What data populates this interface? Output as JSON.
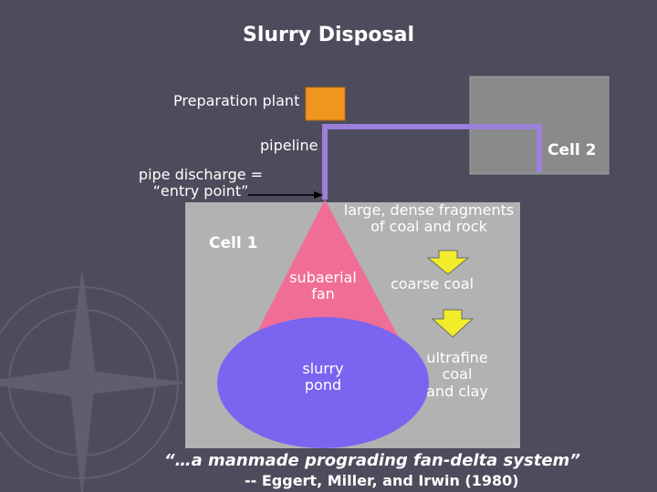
{
  "diagram": {
    "title": "Slurry Disposal",
    "preparation_plant": "Preparation plant",
    "pipeline": "pipeline",
    "cell_2": "Cell 2",
    "pipe_discharge": "pipe discharge =\n“entry point”",
    "cell_1": "Cell 1",
    "fragments": "large, dense fragments\nof coal and rock",
    "subaerial_fan": "subaerial\nfan",
    "coarse_coal": "coarse coal",
    "slurry_pond": "slurry\npond",
    "ultrafine": "ultrafine\ncoal\nand clay",
    "quote": "“…a manmade prograding fan-delta system”",
    "citation": "-- Eggert, Miller, and Irwin (1980)"
  },
  "colors": {
    "background": "#4c4c5c",
    "cell_fill": "#b2b2b2",
    "cell_2_fill": "#8a8a8a",
    "plant_fill": "#f0961e",
    "pipeline": "#9b7fdb",
    "fan": "#f06e96",
    "pond": "#7a64f0",
    "arrow": "#f2ec2a"
  }
}
